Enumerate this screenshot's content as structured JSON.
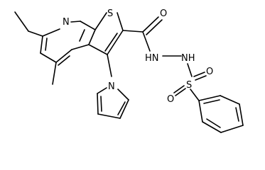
{
  "molecule": {
    "atoms": {
      "ring_n": "N",
      "ring_s": "S",
      "carbonyl_o": "O",
      "nh_1": "HN",
      "nh_2": "NH",
      "sulfonyl_s": "S",
      "sulfonyl_o_1": "O",
      "sulfonyl_o_2": "O",
      "pyrrole_n": "N"
    }
  }
}
